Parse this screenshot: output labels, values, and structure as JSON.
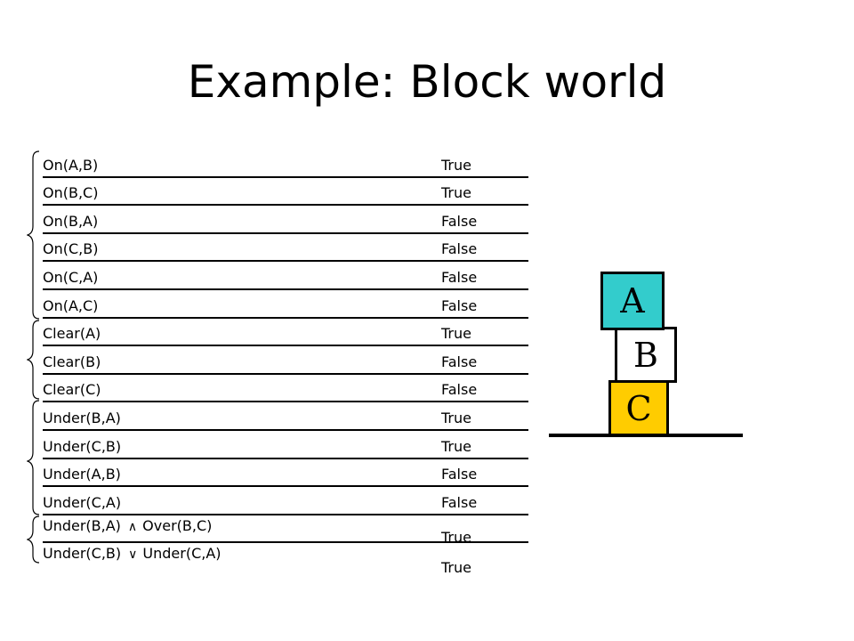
{
  "title": "Example: Block world",
  "facts": [
    {
      "expr": "On(A,B)",
      "value": "True"
    },
    {
      "expr": "On(B,C)",
      "value": "True"
    },
    {
      "expr": "On(B,A)",
      "value": "False"
    },
    {
      "expr": "On(C,B)",
      "value": "False"
    },
    {
      "expr": "On(C,A)",
      "value": "False"
    },
    {
      "expr": "On(A,C)",
      "value": "False"
    },
    {
      "expr": "Clear(A)",
      "value": "True"
    },
    {
      "expr": "Clear(B)",
      "value": "False"
    },
    {
      "expr": "Clear(C)",
      "value": "False"
    },
    {
      "expr": "Under(B,A)",
      "value": "True"
    },
    {
      "expr": "Under(C,B)",
      "value": "True"
    },
    {
      "expr": "Under(A,B)",
      "value": "False"
    },
    {
      "expr": "Under(C,A)",
      "value": "False"
    }
  ],
  "compound_facts": [
    {
      "left": "Under(B,A)",
      "operator": "∧",
      "right": "Over(B,C)",
      "value": "True"
    },
    {
      "left": "Under(C,B)",
      "operator": "∨",
      "right": "Under(C,A)",
      "value": "True"
    }
  ],
  "blocks": [
    {
      "label": "A",
      "color": "#33cccc"
    },
    {
      "label": "B",
      "color": "#ffffff"
    },
    {
      "label": "C",
      "color": "#ffcc00"
    }
  ]
}
